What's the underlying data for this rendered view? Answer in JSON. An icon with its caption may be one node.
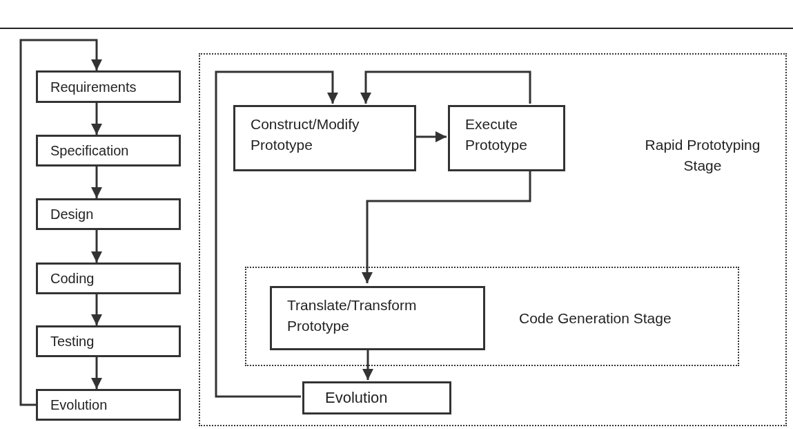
{
  "diagram": {
    "nodes": [
      {
        "text": [
          "Requirements"
        ]
      },
      {
        "text": [
          "Specification"
        ]
      },
      {
        "text": [
          "Design"
        ]
      },
      {
        "text": [
          "Coding"
        ]
      },
      {
        "text": [
          "Testing"
        ]
      },
      {
        "text": [
          "Evolution"
        ]
      },
      {
        "text": [
          "Rapid Prototyping Stage"
        ]
      },
      {
        "text": [
          "Construct/Modify Prototype"
        ],
        "in": 6
      },
      {
        "text": [
          "Execute Prototype"
        ],
        "in": 6
      },
      {
        "text": [
          "Code Generation Stage"
        ],
        "in": 6
      },
      {
        "text": [
          "Translate/Transform Prototype"
        ],
        "in": 9
      },
      {
        "text": [
          "Evolution"
        ],
        "in": 6
      }
    ],
    "edges": [
      {
        "from": 0,
        "to": 1,
        "arrow": "to"
      },
      {
        "from": 1,
        "to": 2,
        "arrow": "to"
      },
      {
        "from": 2,
        "to": 3,
        "arrow": "to"
      },
      {
        "from": 3,
        "to": 4,
        "arrow": "to"
      },
      {
        "from": 4,
        "to": 5,
        "arrow": "to"
      },
      {
        "from": 5,
        "to": 0,
        "arrow": "to"
      },
      {
        "from": 7,
        "to": 8,
        "arrow": "to"
      },
      {
        "from": 8,
        "to": 7,
        "arrow": "to"
      },
      {
        "from": 8,
        "to": 10,
        "arrow": "to"
      },
      {
        "from": 10,
        "to": 11,
        "arrow": "to"
      },
      {
        "from": 11,
        "to": 7,
        "arrow": "to"
      }
    ]
  }
}
